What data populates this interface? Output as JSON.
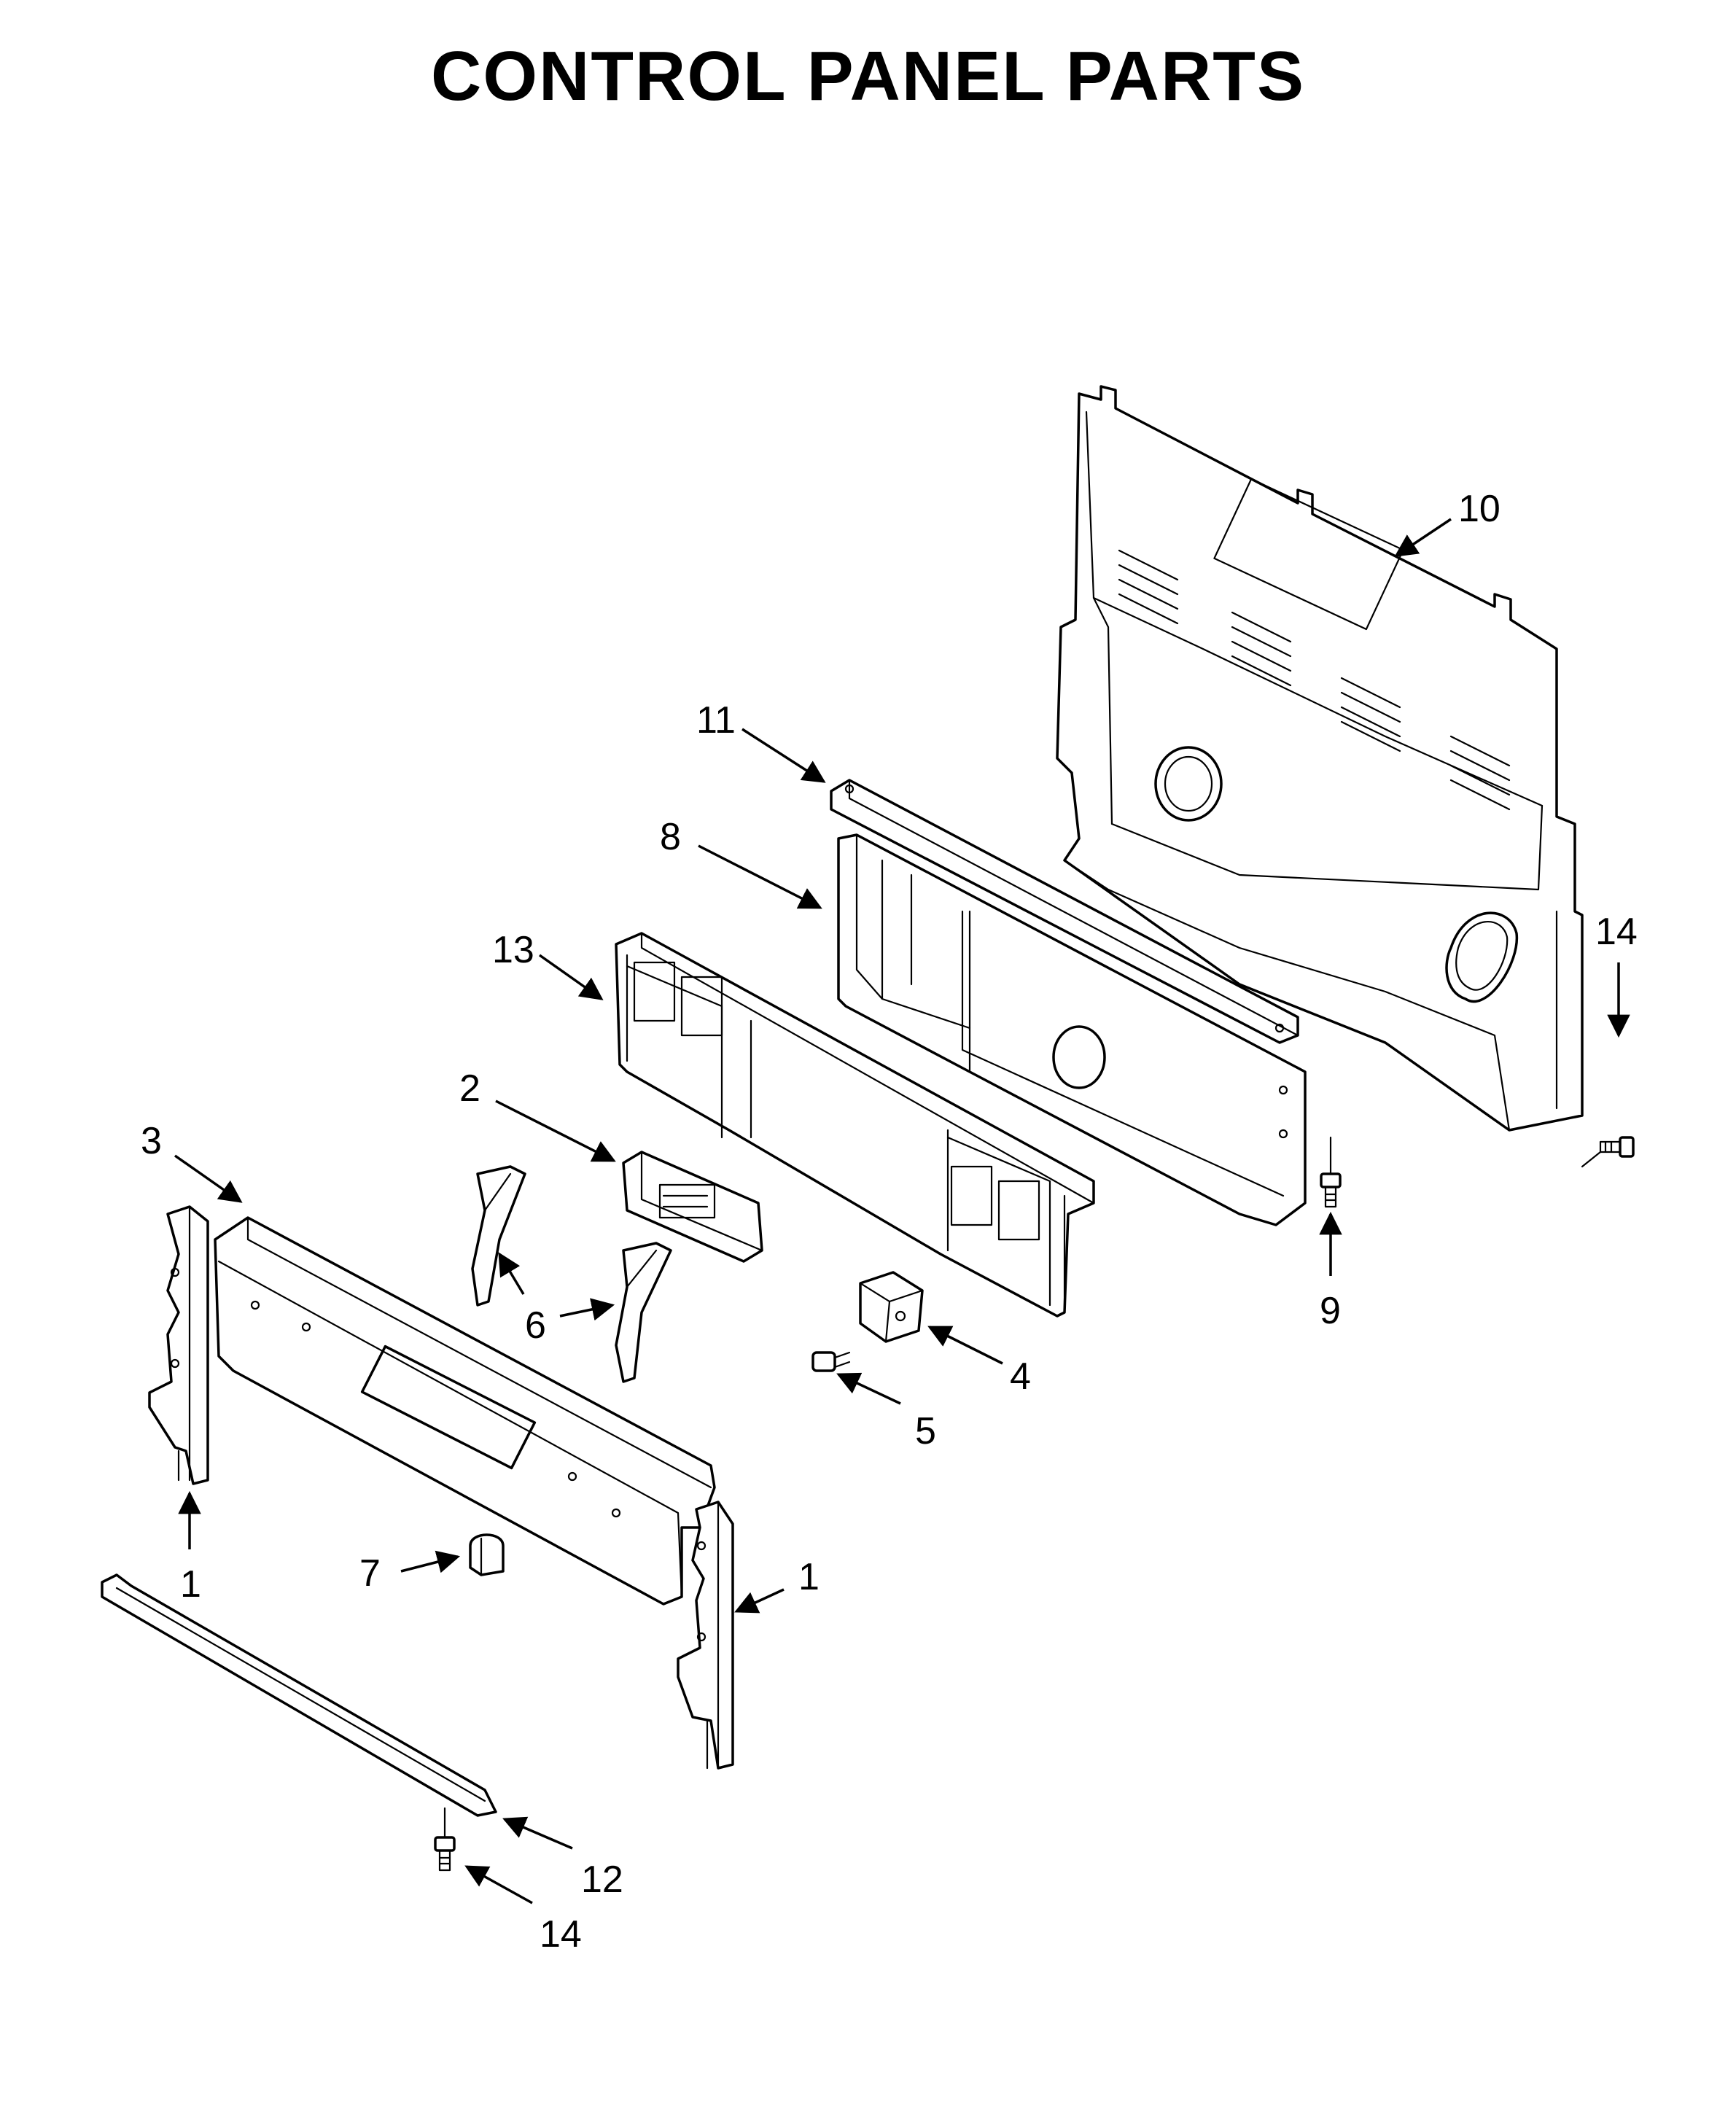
{
  "title": "CONTROL PANEL PARTS",
  "callouts": [
    {
      "id": "c10",
      "label": "10"
    },
    {
      "id": "c11",
      "label": "11"
    },
    {
      "id": "c8",
      "label": "8"
    },
    {
      "id": "c13",
      "label": "13"
    },
    {
      "id": "c14a",
      "label": "14"
    },
    {
      "id": "c2",
      "label": "2"
    },
    {
      "id": "c3",
      "label": "3"
    },
    {
      "id": "c6",
      "label": "6"
    },
    {
      "id": "c9",
      "label": "9"
    },
    {
      "id": "c4",
      "label": "4"
    },
    {
      "id": "c5",
      "label": "5"
    },
    {
      "id": "c1a",
      "label": "1"
    },
    {
      "id": "c7",
      "label": "7"
    },
    {
      "id": "c1b",
      "label": "1"
    },
    {
      "id": "c12",
      "label": "12"
    },
    {
      "id": "c14b",
      "label": "14"
    }
  ]
}
